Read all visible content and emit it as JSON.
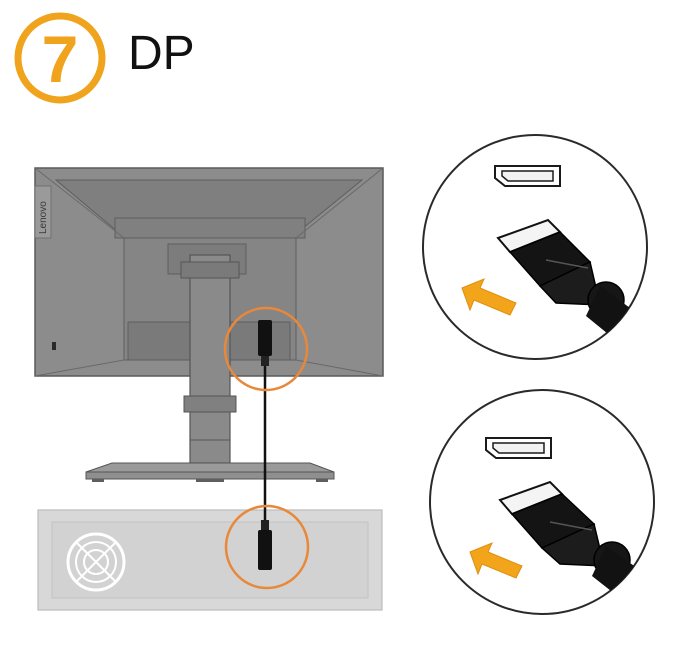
{
  "step": {
    "number": "7",
    "title": "DP"
  },
  "monitor": {
    "brand": "Lenovo"
  },
  "colors": {
    "accent": "#f0a31c",
    "highlight_ring": "#e8883a",
    "monitor_fill": "#8a8a8a",
    "monitor_dark": "#585858",
    "pc_fill": "#d6d6d6",
    "cable": "#111111",
    "arrow": "#f2a51a"
  },
  "icons": {
    "step_badge": "step-number-badge",
    "arrow": "insert-arrow-icon",
    "fan": "fan-grille-icon"
  }
}
